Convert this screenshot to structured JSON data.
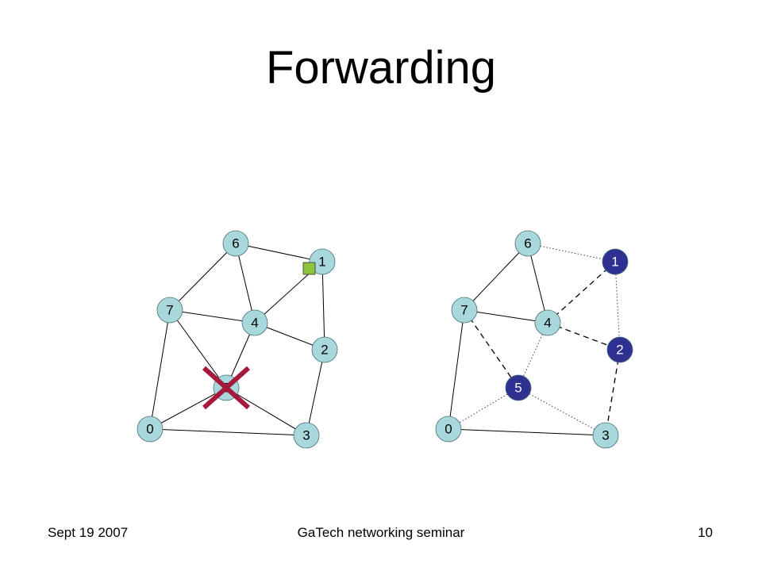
{
  "slide": {
    "title": "Forwarding",
    "footer_left": "Sept 19 2007",
    "footer_center": "GaTech networking seminar",
    "footer_right": "10"
  },
  "colors": {
    "node_fill": "#a8d8dc",
    "highlight_fill": "#2e3192",
    "highlight_text": "#ffffff",
    "edge": "#000000",
    "failure_mark": "#a6193a",
    "packet": "#8cc43c"
  },
  "graphs": [
    {
      "id": "left",
      "nodes": [
        {
          "id": "6",
          "highlight": false
        },
        {
          "id": "1",
          "highlight": false
        },
        {
          "id": "7",
          "highlight": false
        },
        {
          "id": "4",
          "highlight": false
        },
        {
          "id": "2",
          "highlight": false
        },
        {
          "id": "5",
          "highlight": false,
          "failed": true
        },
        {
          "id": "0",
          "highlight": false
        },
        {
          "id": "3",
          "highlight": false
        }
      ],
      "edges": [
        {
          "a": "6",
          "b": "1",
          "style": "solid"
        },
        {
          "a": "6",
          "b": "7",
          "style": "solid"
        },
        {
          "a": "6",
          "b": "4",
          "style": "solid"
        },
        {
          "a": "1",
          "b": "4",
          "style": "solid"
        },
        {
          "a": "1",
          "b": "2",
          "style": "solid"
        },
        {
          "a": "7",
          "b": "4",
          "style": "solid"
        },
        {
          "a": "7",
          "b": "5",
          "style": "solid"
        },
        {
          "a": "7",
          "b": "0",
          "style": "solid"
        },
        {
          "a": "4",
          "b": "2",
          "style": "solid"
        },
        {
          "a": "4",
          "b": "5",
          "style": "solid"
        },
        {
          "a": "5",
          "b": "0",
          "style": "solid"
        },
        {
          "a": "5",
          "b": "3",
          "style": "solid"
        },
        {
          "a": "2",
          "b": "3",
          "style": "solid"
        },
        {
          "a": "0",
          "b": "3",
          "style": "solid"
        }
      ]
    },
    {
      "id": "right",
      "nodes": [
        {
          "id": "6",
          "highlight": false
        },
        {
          "id": "1",
          "highlight": true
        },
        {
          "id": "7",
          "highlight": false
        },
        {
          "id": "4",
          "highlight": false
        },
        {
          "id": "2",
          "highlight": true
        },
        {
          "id": "5",
          "highlight": true
        },
        {
          "id": "0",
          "highlight": false
        },
        {
          "id": "3",
          "highlight": false
        }
      ],
      "edges": [
        {
          "a": "6",
          "b": "1",
          "style": "dotted"
        },
        {
          "a": "6",
          "b": "7",
          "style": "solid"
        },
        {
          "a": "6",
          "b": "4",
          "style": "solid"
        },
        {
          "a": "1",
          "b": "4",
          "style": "dashed"
        },
        {
          "a": "1",
          "b": "2",
          "style": "dotted"
        },
        {
          "a": "7",
          "b": "4",
          "style": "solid"
        },
        {
          "a": "7",
          "b": "5",
          "style": "dashed"
        },
        {
          "a": "7",
          "b": "0",
          "style": "solid"
        },
        {
          "a": "4",
          "b": "2",
          "style": "dashed"
        },
        {
          "a": "4",
          "b": "5",
          "style": "dotted"
        },
        {
          "a": "5",
          "b": "0",
          "style": "dotted"
        },
        {
          "a": "5",
          "b": "3",
          "style": "dotted"
        },
        {
          "a": "2",
          "b": "3",
          "style": "dashed"
        },
        {
          "a": "0",
          "b": "3",
          "style": "solid"
        }
      ]
    }
  ]
}
